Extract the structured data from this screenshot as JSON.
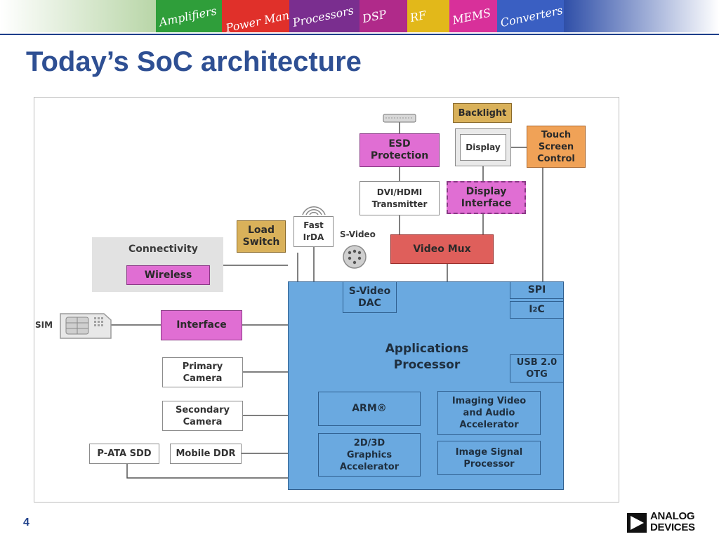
{
  "banner": {
    "tiles": [
      {
        "label": "Amplifiers",
        "color": "#2f9e3a"
      },
      {
        "label": "Power Management",
        "color": "#e0302a"
      },
      {
        "label": "Processors",
        "color": "#7a2e8f"
      },
      {
        "label": "DSP",
        "color": "#b02a8a"
      },
      {
        "label": "RF",
        "color": "#e2b81a"
      },
      {
        "label": "MEMS",
        "color": "#d8309a"
      },
      {
        "label": "Converters",
        "color": "#3a5fc2"
      }
    ]
  },
  "slide": {
    "title": "Today’s SoC architecture",
    "page_number": "4"
  },
  "diagram": {
    "backlight": "Backlight",
    "display": "Display",
    "touch_screen_control": "Touch\nScreen\nControl",
    "esd_protection": "ESD\nProtection",
    "dvi_hdmi_transmitter": "DVI/HDMI\nTransmitter",
    "display_interface": "Display\nInterface",
    "load_switch": "Load\nSwitch",
    "fast_irda": "Fast\nIrDA",
    "s_video_label": "S-Video",
    "video_mux": "Video Mux",
    "connectivity": "Connectivity",
    "wireless": "Wireless",
    "sim": "SIM",
    "interface": "Interface",
    "primary_camera": "Primary\nCamera",
    "secondary_camera": "Secondary\nCamera",
    "pata_sdd": "P-ATA SDD",
    "mobile_ddr": "Mobile DDR",
    "s_video_dac": "S-Video\nDAC",
    "spi": "SPI",
    "i2c_base": "I",
    "i2c_sup": "2",
    "i2c_tail": "C",
    "applications_processor": "Applications\nProcessor",
    "usb_otg": "USB 2.0\nOTG",
    "arm": "ARM®",
    "imaging_video_audio": "Imaging Video\nand Audio\nAccelerator",
    "graphics_accelerator": "2D/3D\nGraphics\nAccelerator",
    "image_signal_processor": "Image Signal\nProcessor"
  },
  "logo": {
    "text": "ANALOG\nDEVICES"
  },
  "colors": {
    "title": "#2e4f93",
    "processor_blue": "#6aa9e0",
    "magenta": "#e06ed3",
    "tan": "#d9b15a",
    "orange": "#f0a257",
    "red": "#df5f5b"
  }
}
